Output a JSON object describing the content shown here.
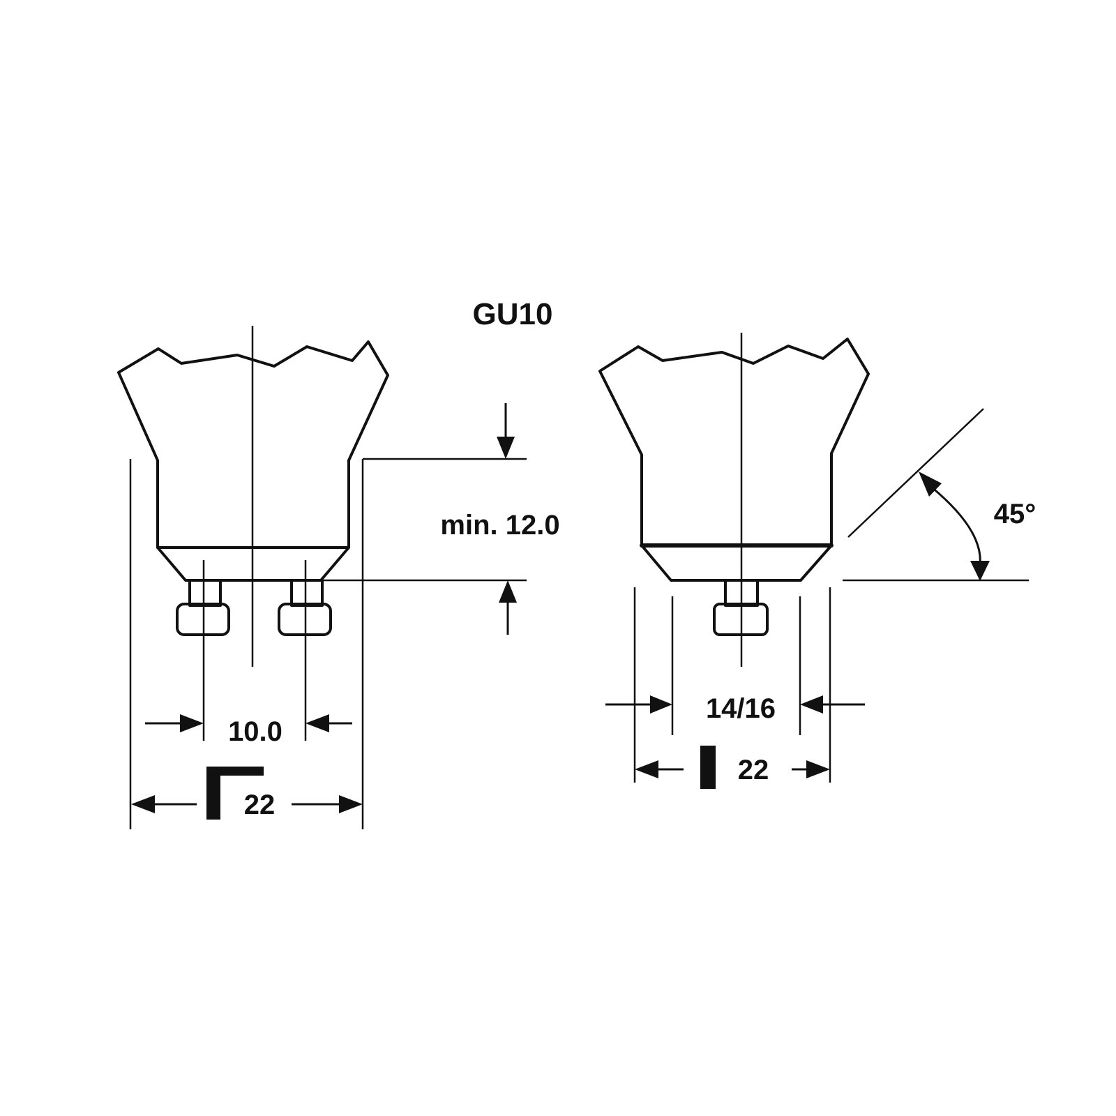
{
  "title": "GU10",
  "left_view": {
    "height_label": "min. 12.0",
    "pin_spacing_label": "10.0",
    "base_width_label": "22"
  },
  "right_view": {
    "pin_width_label": "14/16",
    "base_width_label": "22",
    "angle_label": "45°"
  },
  "colors": {
    "line": "#111111",
    "background": "#ffffff"
  }
}
